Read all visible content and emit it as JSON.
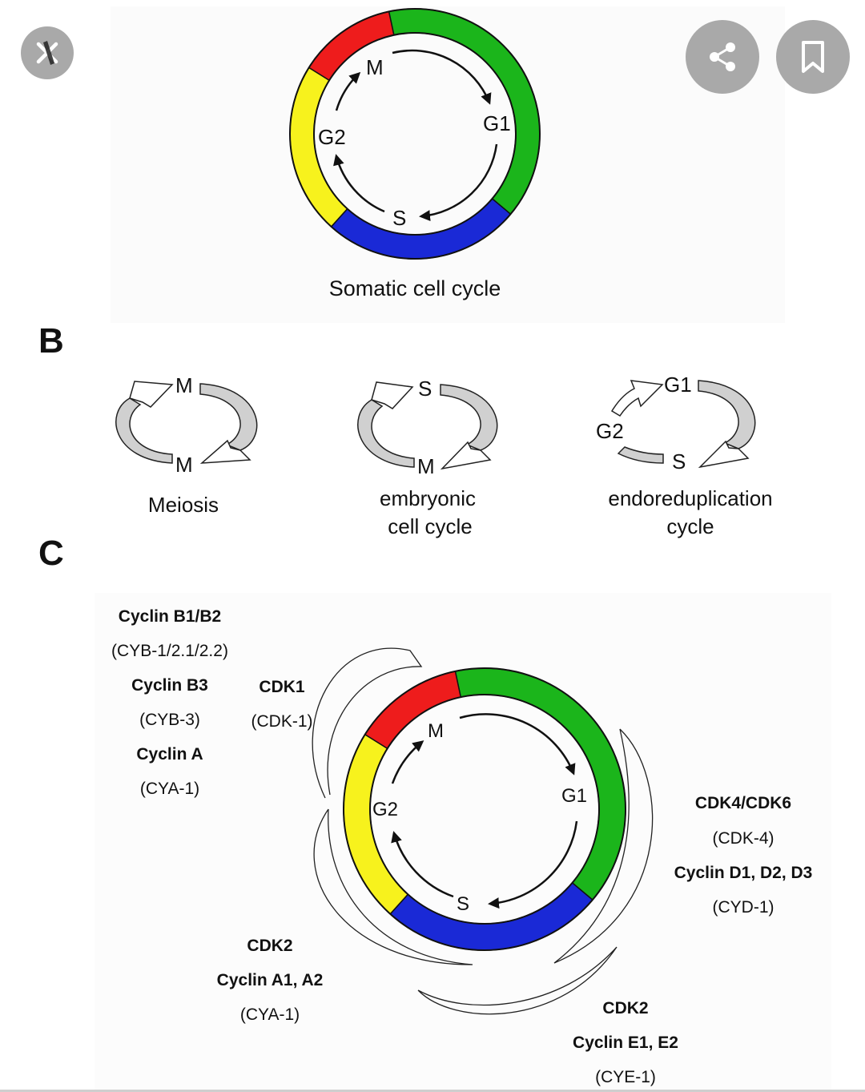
{
  "panel_a": {
    "phases": {
      "m": "M",
      "g1": "G1",
      "s": "S",
      "g2": "G2"
    },
    "caption": "Somatic cell cycle"
  },
  "panel_b": {
    "letter": "B",
    "meiosis": {
      "top": "M",
      "bottom": "M",
      "caption": "Meiosis"
    },
    "embryonic": {
      "top": "S",
      "bottom": "M",
      "caption_line1": "embryonic",
      "caption_line2": "cell cycle"
    },
    "endo": {
      "top": "G1",
      "left": "G2",
      "bottom": "S",
      "caption_line1": "endoreduplication",
      "caption_line2": "cycle"
    }
  },
  "panel_c": {
    "letter": "C",
    "phases": {
      "m": "M",
      "g1": "G1",
      "s": "S",
      "g2": "G2"
    },
    "mitotic_cyclins": [
      "Cyclin B1/B2",
      "(CYB-1/2.1/2.2)",
      "Cyclin B3",
      "(CYB-3)",
      "Cyclin A",
      "(CYA-1)"
    ],
    "cdk1": [
      "CDK1",
      "(CDK-1)"
    ],
    "g1_complex": [
      "CDK4/CDK6",
      "(CDK-4)",
      "Cyclin D1, D2, D3",
      "(CYD-1)"
    ],
    "s_complex": [
      "CDK2",
      "Cyclin A1, A2",
      "(CYA-1)"
    ],
    "g1s_complex": [
      "CDK2",
      "Cyclin E1, E2",
      "(CYE-1)"
    ]
  },
  "colors": {
    "m_phase": "#ee1c1c",
    "g1_phase": "#1bb51b",
    "s_phase": "#1a29d6",
    "g2_phase": "#f7f21d",
    "arrow_fill": "#d0d0d0",
    "overlay_button": "#a9a9a9"
  },
  "overlay": {
    "close_icon": "close-icon",
    "share_icon": "share-icon",
    "bookmark_icon": "bookmark-icon"
  }
}
